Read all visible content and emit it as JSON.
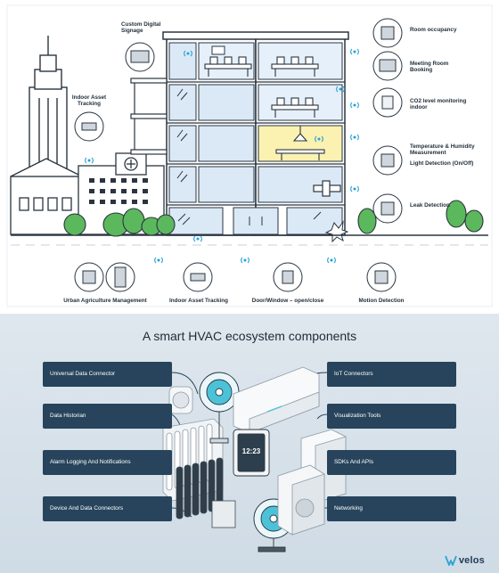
{
  "top": {
    "labels": {
      "custom_signage": "Custom Digital Signage",
      "indoor_asset_left": "Indoor Asset Tracking",
      "room_occupancy": "Room occupancy",
      "meeting_booking": "Meeting Room Booking",
      "co2": "CO2 level monitoring indoor",
      "temp_humidity": "Temperature & Humidity Measurement",
      "light_detection": "Light Detection (On/Off)",
      "leak_detection": "Leak Detection",
      "urban_ag": "Urban Agriculture Management",
      "indoor_asset_bottom": "Indoor Asset Tracking",
      "door_window": "Door/Window – open/close",
      "motion": "Motion Detection"
    }
  },
  "bottom": {
    "title": "A smart HVAC ecosystem components",
    "left_boxes": [
      "Universal Data Connector",
      "Data Historian",
      "Alarm Logging And Notifications",
      "Device And Data Connectors"
    ],
    "right_boxes": [
      "IoT Connectors",
      "Visualization Tools",
      "SDKs And APIs",
      "Networking"
    ],
    "thermostat_time": "12:23",
    "logo_text": "velos"
  },
  "colors": {
    "navy": "#27445c",
    "accent_blue": "#2ba3d6",
    "yellow_room": "#fbf1b0",
    "glass": "#dbe9f7",
    "tree_green": "#5cb85c"
  }
}
